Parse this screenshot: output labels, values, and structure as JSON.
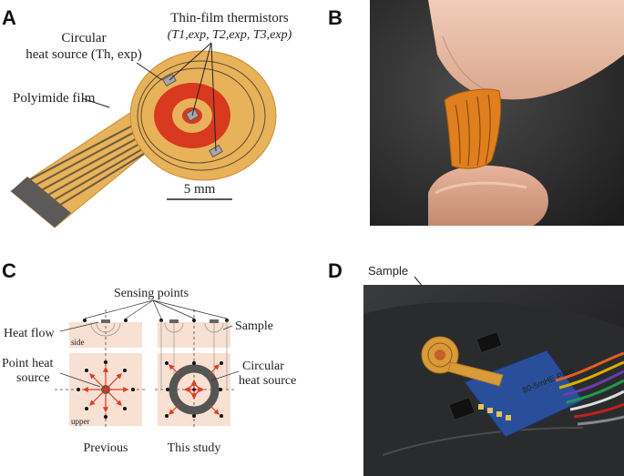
{
  "panels": {
    "a": {
      "letter": "A",
      "label_thermistors_line1": "Thin-film thermistors",
      "label_thermistors_line2": "(T1,exp, T2,exp, T3,exp)",
      "label_heat_source_line1": "Circular",
      "label_heat_source_line2": "heat source (Th, exp)",
      "label_film": "Polyimide film",
      "scale_bar": "5 mm"
    },
    "b": {
      "letter": "B"
    },
    "c": {
      "letter": "C",
      "label_sensing_points": "Sensing points",
      "label_heat_flow": "Heat flow",
      "label_sample": "Sample",
      "label_point_source_line1": "Point heat",
      "label_point_source_line2": "source",
      "label_circular_line1": "Circular",
      "label_circular_line2": "heat source",
      "label_side": "side",
      "label_upper": "upper",
      "label_previous": "Previous",
      "label_this_study": "This study"
    },
    "d": {
      "letter": "D",
      "label_sample": "Sample",
      "board_text": "80-5mHE Pitch"
    }
  },
  "colors": {
    "gold": "#e8b25a",
    "gold_edge": "#c98f34",
    "red_heater": "#d8391f",
    "sample_pink": "#f8e0d2",
    "dark_ring": "#555555",
    "arrow_red": "#e23a22"
  }
}
